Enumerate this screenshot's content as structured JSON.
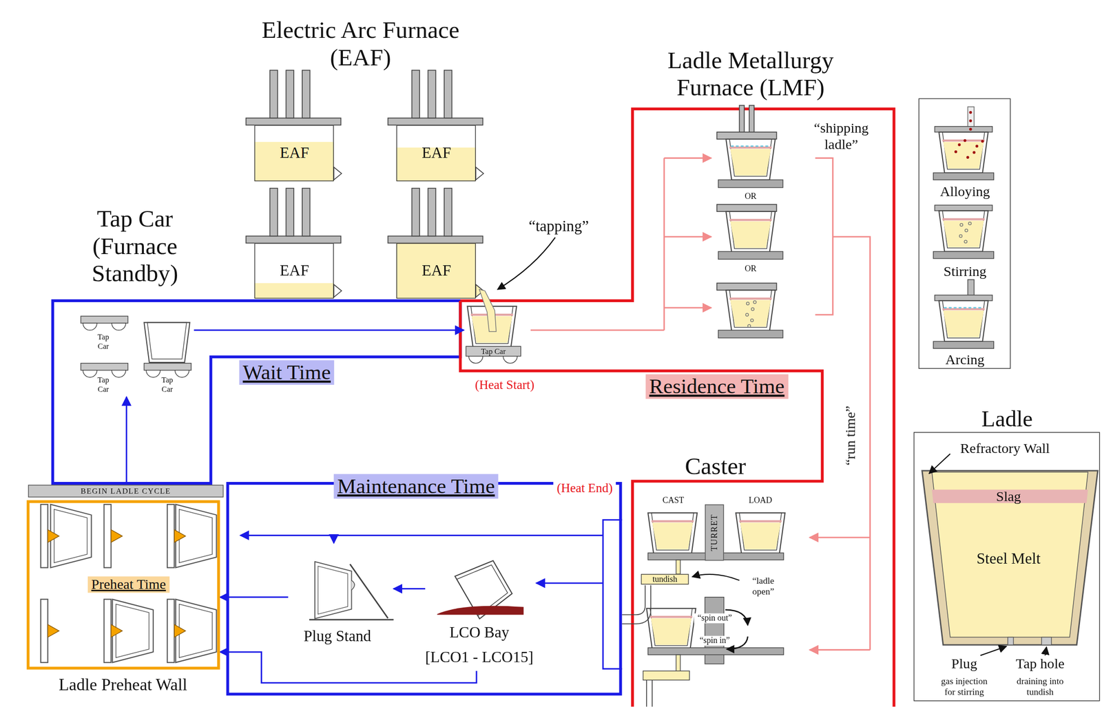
{
  "diagram": {
    "nodes": [
      {
        "text": [
          "EAF"
        ]
      },
      {
        "text": [
          "EAF"
        ]
      },
      {
        "text": [
          "EAF"
        ]
      },
      {
        "text": [
          "EAF"
        ]
      },
      {
        "text": [
          "Tap Car"
        ]
      },
      {
        "text": [
          "Tap Car"
        ]
      },
      {
        "text": [
          "Tap Car"
        ]
      },
      {
        "text": [
          "Tap Car"
        ]
      },
      {
        "text": [
          "BEGIN LADLE CYCLE"
        ]
      },
      {
        "text": [
          "Preheat Time",
          "Ladle Preheat Wall"
        ]
      },
      {
        "text": [
          "Maintenance Time"
        ]
      },
      {
        "text": [
          "Plug Stand"
        ],
        "in": 10
      },
      {
        "text": [
          "LCO Bay",
          "[LCO1 - LCO15]"
        ],
        "in": 10
      },
      {
        "text": [
          "TURRET"
        ]
      },
      {
        "text": [
          "tundish"
        ]
      },
      {
        "text": [
          "Alloying",
          "Stirring",
          "Arcing"
        ]
      },
      {
        "text": [
          "Ladle"
        ]
      }
    ],
    "edges": [
      {
        "from": 6,
        "to": 7,
        "arrow": "to"
      },
      {
        "from": 8,
        "to": 5,
        "arrow": "to"
      },
      {
        "from": 12,
        "to": 11,
        "arrow": "to"
      },
      {
        "from": 11,
        "to": 9,
        "arrow": "to"
      },
      {
        "from": 12,
        "to": 9,
        "arrow": "to"
      }
    ],
    "labels": [
      "Electric Arc Furnace (EAF)",
      "Ladle Metallurgy Furnace (LMF)",
      "Tap Car (Furnace Standby)",
      "“tapping”",
      "“shipping ladle”",
      "OR",
      "OR",
      "(Heat Start)",
      "Wait Time",
      "Residence Time",
      "(Heat End)",
      "“run time”",
      "Caster",
      "CAST",
      "LOAD",
      "“ladle open”",
      "“spin out”",
      "“spin in”",
      "Refractory Wall",
      "Slag",
      "Steel Melt",
      "Plug",
      "gas injection for stirring",
      "Tap hole",
      "draining into tundish"
    ]
  }
}
